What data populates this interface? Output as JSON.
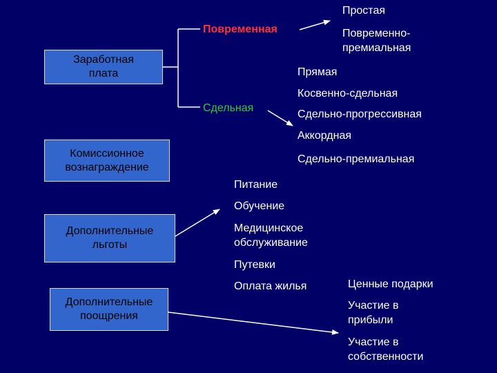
{
  "colors": {
    "background": "#000066",
    "box_fill": "#3366cc",
    "arrow": "#ffffff",
    "timed_label": "#ff3333",
    "piece_label": "#33cc33"
  },
  "boxes": {
    "salary": "Заработная\nплата",
    "commission": "Комиссионное\nвознаграждение",
    "benefits": "Дополнительные\nльготы",
    "incentives": "Дополнительные\nпоощрения"
  },
  "salary_branches": {
    "time_based": "Повременная",
    "piece_rate": "Сдельная"
  },
  "time_based_items": [
    "Простая",
    "Повременно-\nпремиальная"
  ],
  "piece_rate_items": [
    "Прямая",
    "Косвенно-сдельная",
    "Сдельно-прогрессивная",
    "Аккордная",
    "Сдельно-премиальная"
  ],
  "benefit_items": [
    "Питание",
    "Обучение",
    "Медицинское\nобслуживание",
    "Путевки",
    "Оплата жилья"
  ],
  "incentive_items": [
    "Ценные подарки",
    "Участие в\nприбыли",
    "Участие в\nсобственности"
  ]
}
